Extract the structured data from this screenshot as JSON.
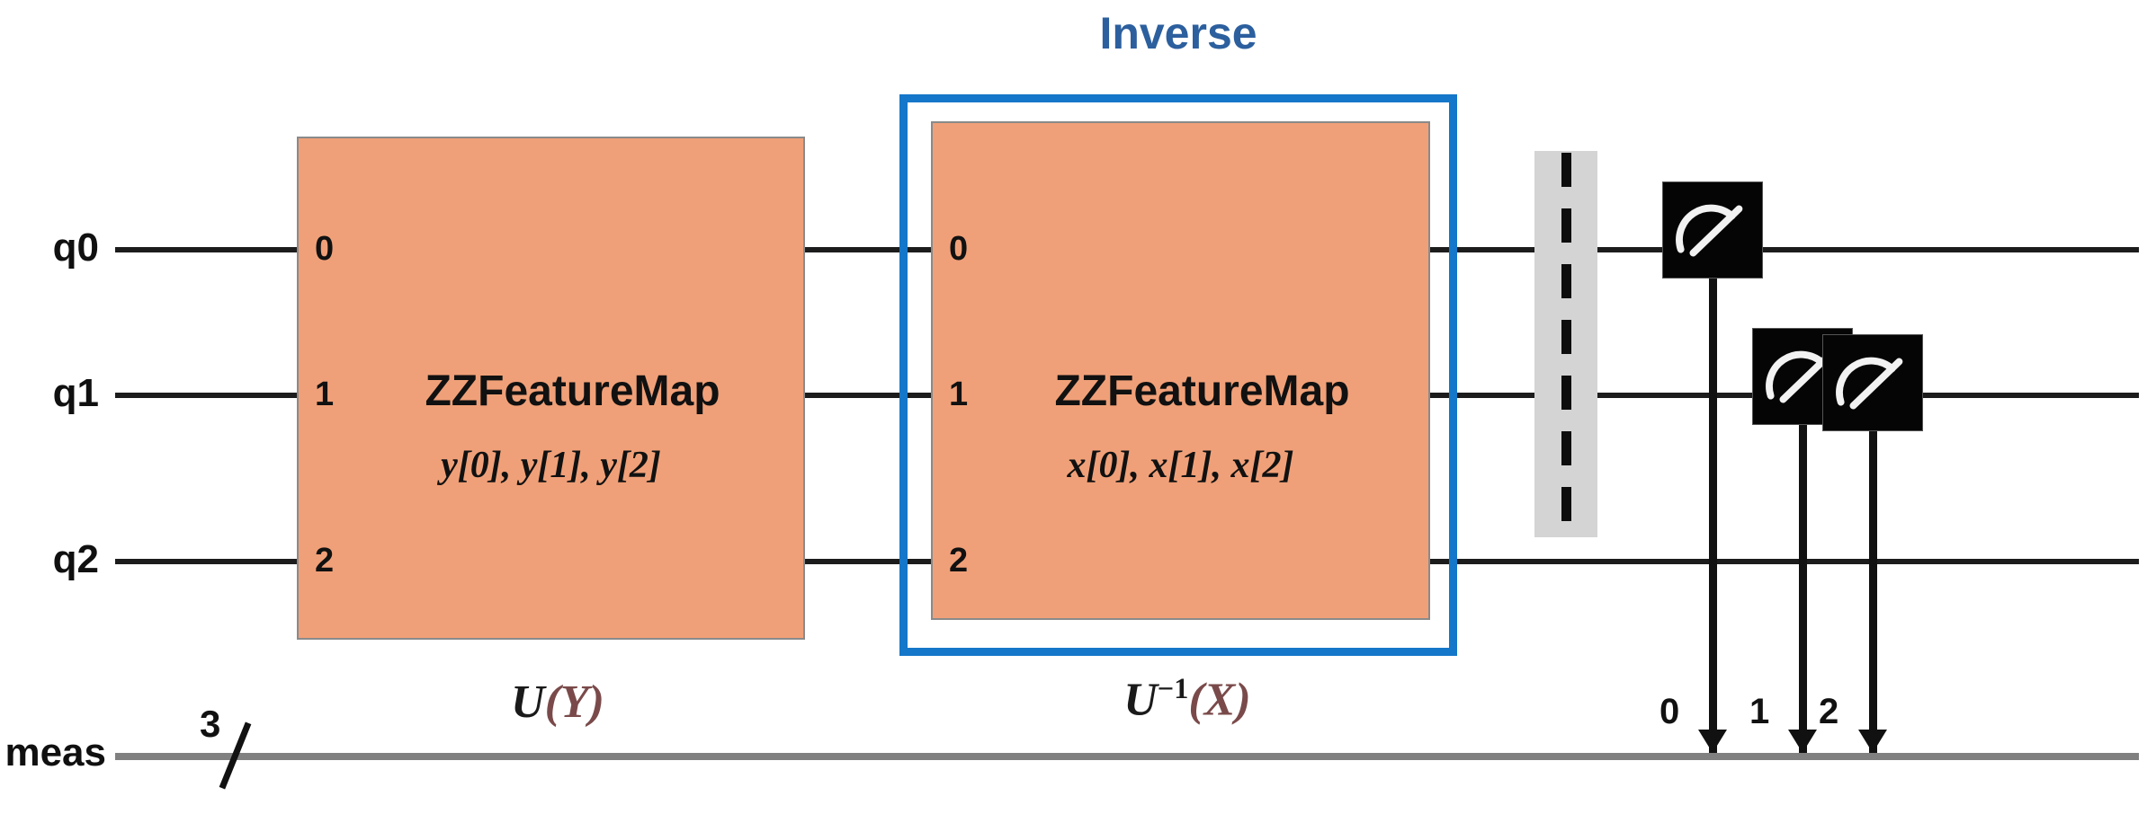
{
  "diagram": {
    "title_caption": "Inverse",
    "accent_color": "#1577C9",
    "caption_color": "#2C5F9E",
    "gate_fill_color": "#F0A078",
    "wire_color": "#1c1c1c",
    "classical_wire_color": "#808080",
    "barrier_band_color": "#d4d4d4",
    "measure_gate_color": "#050505"
  },
  "qubits": [
    {
      "label": "q0"
    },
    {
      "label": "q1"
    },
    {
      "label": "q2"
    }
  ],
  "classical_register": {
    "label": "meas",
    "width": "3"
  },
  "gates": [
    {
      "name": "ZZFeatureMap",
      "params": "y[0], y[1], y[2]",
      "ports": [
        "0",
        "1",
        "2"
      ],
      "caption": "U(Y)",
      "caption_base": "U",
      "caption_sup": "",
      "caption_arg": "(Y)",
      "inverted": false
    },
    {
      "name": "ZZFeatureMap",
      "params": "x[0], x[1], x[2]",
      "ports": [
        "0",
        "1",
        "2"
      ],
      "caption": "U⁻¹(X)",
      "caption_base": "U",
      "caption_sup": "−1",
      "caption_arg": "(X)",
      "inverted": true
    }
  ],
  "barrier": {
    "name": "barrier"
  },
  "measurements": [
    {
      "qubit": "q0",
      "cbit": "0",
      "icon": "meter-icon"
    },
    {
      "qubit": "q1",
      "cbit": "1",
      "icon": "meter-icon"
    },
    {
      "qubit": "q2",
      "cbit": "2",
      "icon": "meter-icon"
    }
  ]
}
